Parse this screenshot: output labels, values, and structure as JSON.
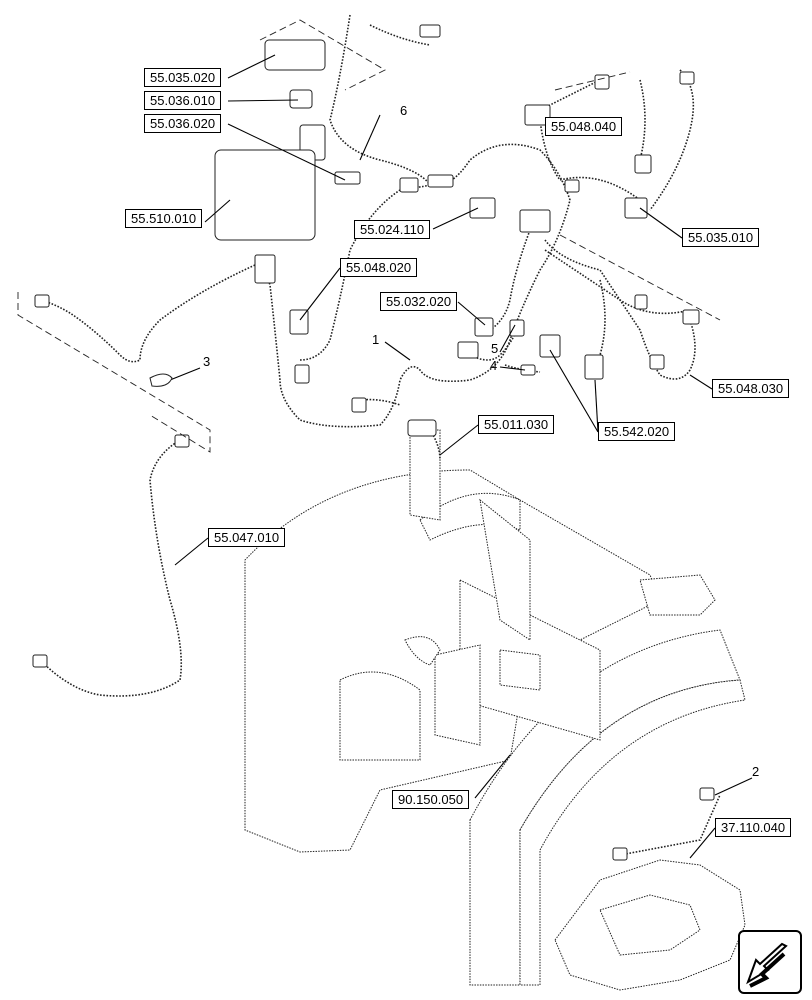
{
  "references": [
    {
      "label": "55.035.020"
    },
    {
      "label": "55.036.010"
    },
    {
      "label": "55.036.020"
    },
    {
      "label": "55.510.010"
    },
    {
      "label": "55.048.020"
    },
    {
      "label": "55.024.110"
    },
    {
      "label": "55.048.040"
    },
    {
      "label": "55.035.010"
    },
    {
      "label": "55.032.020"
    },
    {
      "label": "55.048.030"
    },
    {
      "label": "55.542.020"
    },
    {
      "label": "55.011.030"
    },
    {
      "label": "55.047.010"
    },
    {
      "label": "90.150.050"
    },
    {
      "label": "37.110.040"
    }
  ],
  "callouts": [
    "1",
    "2",
    "3",
    "4",
    "5",
    "6"
  ],
  "navigation": {
    "icon": "arrow-down-left-icon"
  }
}
